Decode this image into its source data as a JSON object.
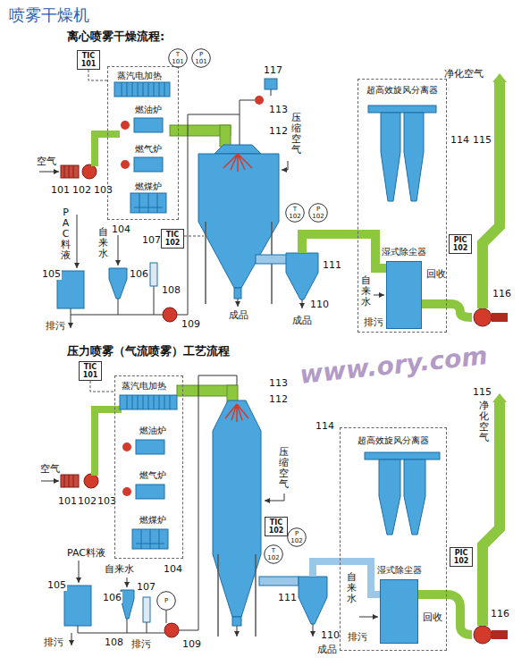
{
  "diagram": {
    "title": "喷雾干燥机",
    "nodes": [
      {
        "text": [
          "TIC 101"
        ]
      },
      {
        "text": [
          "T 101"
        ]
      },
      {
        "text": [
          "P 101"
        ]
      },
      {
        "text": [
          "蒸汽电加热",
          "燃油炉",
          "燃气炉",
          "燃煤炉"
        ]
      },
      {
        "text": [
          "超高效旋风分离器"
        ]
      },
      {
        "text": [
          "湿式除尘器"
        ],
        "in": 4
      },
      {
        "text": [
          "TIC 102"
        ]
      },
      {
        "text": [
          "T 102"
        ]
      },
      {
        "text": [
          "P 102"
        ]
      },
      {
        "text": [
          "PIC 102"
        ]
      },
      {
        "text": [
          "TIC 101"
        ]
      },
      {
        "text": [
          "蒸汽电加热",
          "燃油炉",
          "燃气炉",
          "燃煤炉"
        ]
      },
      {
        "text": [
          "超高效旋风分离器"
        ]
      },
      {
        "text": [
          "湿式除尘器"
        ],
        "in": 12
      },
      {
        "text": [
          "TIC 102"
        ]
      },
      {
        "text": [
          "T 102"
        ]
      },
      {
        "text": [
          "P 102"
        ]
      },
      {
        "text": [
          "PIC 102"
        ]
      },
      {
        "text": [
          "P"
        ]
      }
    ],
    "edges": [
      {
        "from": 0,
        "to": 3,
        "arrow": "none"
      },
      {
        "from": 10,
        "to": 11,
        "arrow": "none"
      }
    ],
    "labels": [
      "离心喷雾干燥流程:",
      "空气",
      "101",
      "102",
      "103",
      "104",
      "117",
      "113",
      "112",
      "压缩空气",
      "114",
      "115",
      "净化空气",
      "107",
      "PAC料液",
      "105",
      "自来水",
      "106",
      "排污",
      "108",
      "109",
      "成品",
      "111",
      "110",
      "成品",
      "自来水",
      "回收",
      "排污",
      "116",
      "压力喷雾（气流喷雾）工艺流程",
      "空气",
      "101",
      "102",
      "103",
      "104",
      "113",
      "112",
      "压缩空气",
      "115",
      "净化空气",
      "PAC料液",
      "105",
      "自来水",
      "106",
      "107",
      "排污",
      "108",
      "排污",
      "109",
      "114",
      "自来水",
      "回收",
      "111",
      "110",
      "成品",
      "116",
      "www.ory.com",
      "排污"
    ]
  }
}
